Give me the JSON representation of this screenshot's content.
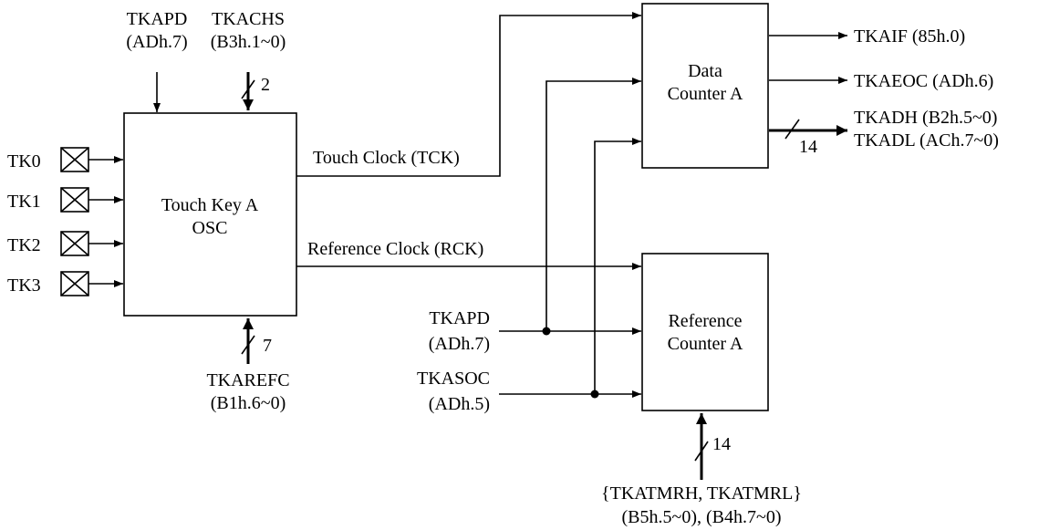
{
  "osc_block": {
    "line1": "Touch Key A",
    "line2": "OSC"
  },
  "data_counter": {
    "line1": "Data",
    "line2": "Counter A"
  },
  "ref_counter": {
    "line1": "Reference",
    "line2": "Counter A"
  },
  "inputs": [
    {
      "label": "TK0"
    },
    {
      "label": "TK1"
    },
    {
      "label": "TK2"
    },
    {
      "label": "TK3"
    }
  ],
  "osc_top": {
    "tkapd": {
      "name": "TKAPD",
      "reg": "(ADh.7)"
    },
    "tkachs": {
      "name": "TKACHS",
      "reg": "(B3h.1~0)",
      "width": "2"
    }
  },
  "osc_bottom": {
    "name": "TKAREFC",
    "reg": "(B1h.6~0)",
    "width": "7"
  },
  "signals": {
    "tck": "Touch Clock (TCK)",
    "rck": "Reference Clock (RCK)"
  },
  "control_inputs": {
    "tkapd": {
      "name": "TKAPD",
      "reg": "(ADh.7)"
    },
    "tkasoc": {
      "name": "TKASOC",
      "reg": "(ADh.5)"
    }
  },
  "outputs": {
    "tkaif": "TKAIF (85h.0)",
    "tkaeoc": "TKAEOC (ADh.6)",
    "tkadh": "TKADH (B2h.5~0)",
    "tkadl": "TKADL (ACh.7~0)",
    "width": "14"
  },
  "timer": {
    "line1": "{TKATMRH, TKATMRL}",
    "line2": "(B5h.5~0), (B4h.7~0)",
    "width": "14"
  }
}
